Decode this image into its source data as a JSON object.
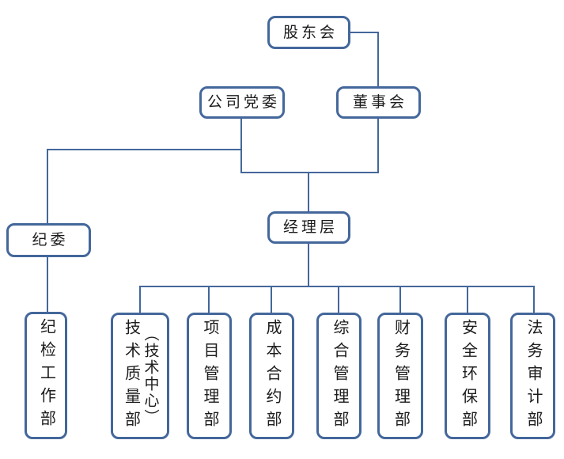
{
  "colors": {
    "line": "#44679b",
    "border": "#44679b",
    "text": "#1c1c1c",
    "bg": "#ffffff"
  },
  "nodes": {
    "shareholders": {
      "label": "股东会"
    },
    "party_committee": {
      "label": "公司党委"
    },
    "board": {
      "label": "董事会"
    },
    "discipline_committee": {
      "label": "纪委"
    },
    "management": {
      "label": "经理层"
    },
    "departments": [
      {
        "label": "纪检工作部"
      },
      {
        "label": "技术质量部",
        "label2": "（技术中心）"
      },
      {
        "label": "项目管理部"
      },
      {
        "label": "成本合约部"
      },
      {
        "label": "综合管理部"
      },
      {
        "label": "财务管理部"
      },
      {
        "label": "安全环保部"
      },
      {
        "label": "法务审计部"
      }
    ]
  },
  "edges": [
    [
      "股东会",
      "董事会"
    ],
    [
      "公司党委",
      "纪委"
    ],
    [
      "公司党委",
      "经理层"
    ],
    [
      "董事会",
      "经理层"
    ],
    [
      "纪委",
      "纪检工作部"
    ],
    [
      "经理层",
      "技术质量部（技术中心）"
    ],
    [
      "经理层",
      "项目管理部"
    ],
    [
      "经理层",
      "成本合约部"
    ],
    [
      "经理层",
      "综合管理部"
    ],
    [
      "经理层",
      "财务管理部"
    ],
    [
      "经理层",
      "安全环保部"
    ],
    [
      "经理层",
      "法务审计部"
    ]
  ]
}
